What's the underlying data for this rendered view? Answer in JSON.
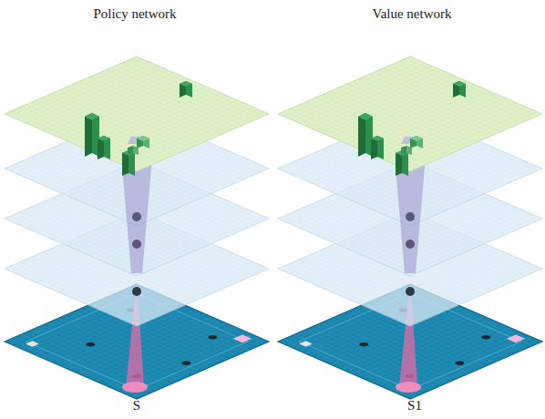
{
  "diagram": {
    "labels": [
      "Policy network",
      "Value network",
      "S",
      "S1"
    ]
  }
}
